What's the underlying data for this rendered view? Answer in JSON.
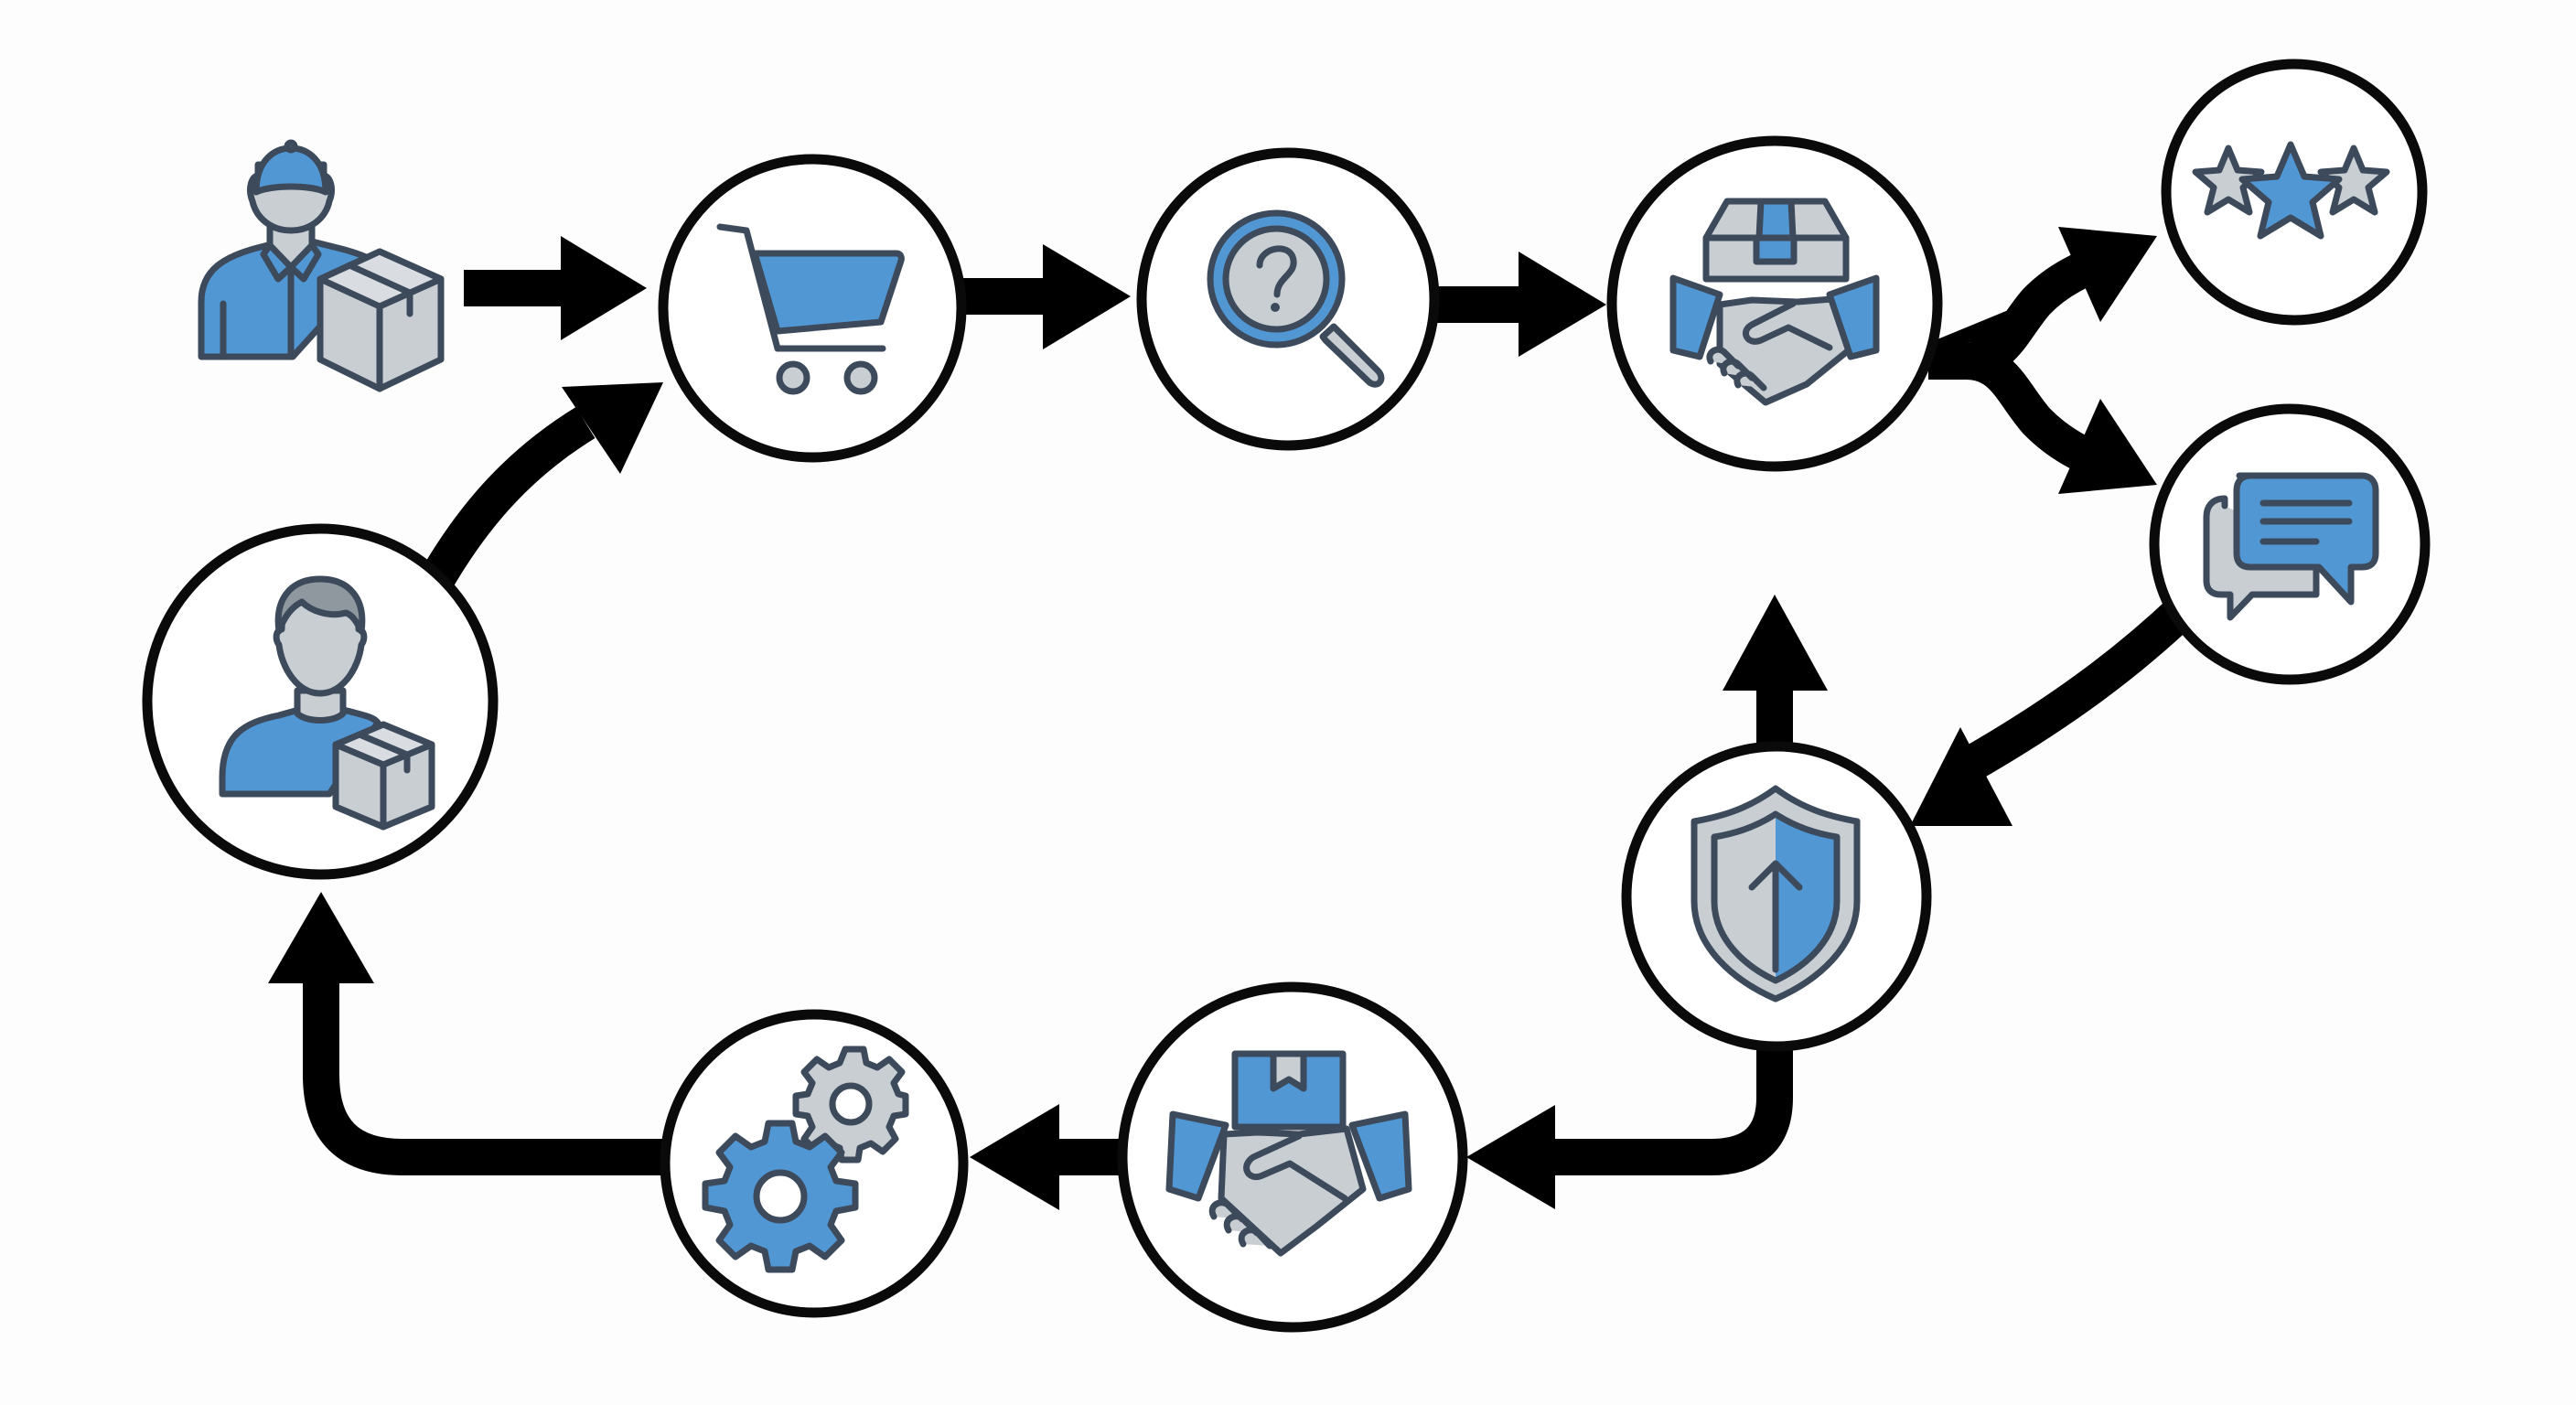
{
  "diagram": {
    "type": "process-cycle",
    "title": "",
    "palette": {
      "accent_blue": "#5197d3",
      "light_grey": "#c9ced3",
      "outline": "#3c4a5c",
      "arrow": "#000000",
      "ring": "#0a0a0a",
      "background": "#fdfdfd"
    },
    "nodes": [
      {
        "id": "courier",
        "icon": "delivery-person-with-package-icon",
        "framed": false
      },
      {
        "id": "cart",
        "icon": "shopping-cart-icon",
        "framed": true
      },
      {
        "id": "inquiry",
        "icon": "magnifier-question-icon",
        "framed": true
      },
      {
        "id": "deal",
        "icon": "box-handshake-icon",
        "framed": true
      },
      {
        "id": "rating",
        "icon": "three-stars-icon",
        "framed": true
      },
      {
        "id": "feedback",
        "icon": "chat-bubbles-icon",
        "framed": true
      },
      {
        "id": "protection",
        "icon": "shield-arrow-up-icon",
        "framed": true
      },
      {
        "id": "handover",
        "icon": "package-handshake-icon",
        "framed": true
      },
      {
        "id": "processing",
        "icon": "gears-icon",
        "framed": true
      },
      {
        "id": "customer",
        "icon": "customer-with-package-icon",
        "framed": true
      }
    ],
    "edges": [
      {
        "from": "courier",
        "to": "cart",
        "style": "straight"
      },
      {
        "from": "cart",
        "to": "inquiry",
        "style": "straight"
      },
      {
        "from": "inquiry",
        "to": "deal",
        "style": "straight"
      },
      {
        "from": "deal",
        "to": "rating",
        "style": "branch"
      },
      {
        "from": "deal",
        "to": "feedback",
        "style": "branch"
      },
      {
        "from": "feedback",
        "to": "protection",
        "style": "curved"
      },
      {
        "from": "protection",
        "to": "deal",
        "style": "straight-up"
      },
      {
        "from": "protection",
        "to": "handover",
        "style": "elbow"
      },
      {
        "from": "handover",
        "to": "processing",
        "style": "straight"
      },
      {
        "from": "processing",
        "to": "customer",
        "style": "elbow"
      },
      {
        "from": "customer",
        "to": "cart",
        "style": "curved"
      }
    ]
  }
}
